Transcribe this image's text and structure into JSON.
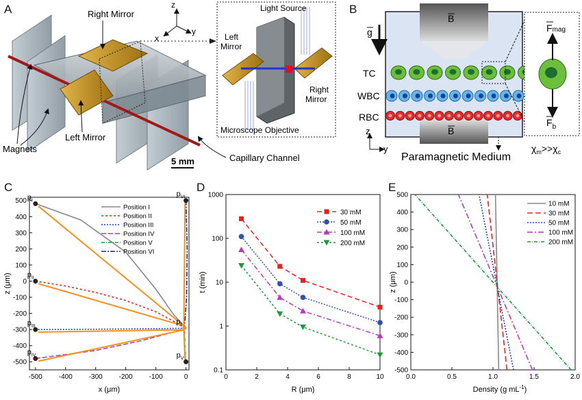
{
  "panels": {
    "A": {
      "letter": "A",
      "labels": {
        "right_mirror": "Right Mirror",
        "left_mirror": "Left Mirror",
        "magnets": "Magnets",
        "capillary": "Capillary Channel",
        "scale": "5 mm",
        "inset_light": "Light Source",
        "inset_left_mirror_1": "Left",
        "inset_left_mirror_2": "Mirror",
        "inset_right_mirror_1": "Right",
        "inset_right_mirror_2": "Mirror",
        "inset_objective": "Microscope Objective",
        "axis_z": "z",
        "axis_x": "x",
        "axis_y": "y"
      }
    },
    "B": {
      "letter": "B",
      "labels": {
        "g": "g",
        "B_top": "B",
        "B_bottom": "B",
        "TC": "TC",
        "WBC": "WBC",
        "RBC": "RBC",
        "axis_z": "z",
        "axis_y": "y",
        "medium": "Paramagnetic Medium",
        "F_mag": "F",
        "F_mag_sub": "mag",
        "F_b": "F",
        "F_b_sub": "b",
        "chi": "χ",
        "chi_m": "m",
        "chi_rel": ">>χ",
        "chi_c": "c"
      }
    },
    "C": {
      "letter": "C"
    },
    "D": {
      "letter": "D"
    },
    "E": {
      "letter": "E"
    }
  },
  "chart_data": [
    {
      "id": "C",
      "type": "line",
      "xlabel": "x (μm)",
      "ylabel": "z (μm)",
      "xlim": [
        -520,
        10
      ],
      "ylim": [
        -550,
        520
      ],
      "xticks": [
        "-500",
        "-400",
        "-300",
        "-200",
        "-100",
        "0"
      ],
      "yticks": [
        "-500",
        "-400",
        "-300",
        "-200",
        "-100",
        "0",
        "100",
        "200",
        "300",
        "400",
        "500"
      ],
      "legend": "top-right",
      "points": [
        {
          "label": "p",
          "sub": "I",
          "x": -500,
          "z": 480
        },
        {
          "label": "p",
          "sub": "II",
          "x": -500,
          "z": 0
        },
        {
          "label": "p",
          "sub": "III",
          "x": -500,
          "z": -300
        },
        {
          "label": "p",
          "sub": "IV",
          "x": -500,
          "z": -480
        },
        {
          "label": "p",
          "sub": "V",
          "x": 0,
          "z": -500
        },
        {
          "label": "p",
          "sub": "VI",
          "x": 0,
          "z": 500
        },
        {
          "label": "p",
          "sub": "f",
          "x": -5,
          "z": -290
        }
      ],
      "series": [
        {
          "name": "Position I",
          "color": "#888888",
          "dash": "",
          "x": [
            -500,
            -350,
            -200,
            -100,
            -40,
            -10,
            -5
          ],
          "z": [
            480,
            380,
            180,
            -50,
            -210,
            -270,
            -290
          ]
        },
        {
          "name": "Position II",
          "color": "#e8231f",
          "dash": "3,3",
          "x": [
            -500,
            -400,
            -300,
            -200,
            -100,
            -40,
            -5
          ],
          "z": [
            0,
            -30,
            -70,
            -120,
            -190,
            -250,
            -290
          ]
        },
        {
          "name": "Position III",
          "color": "#1f3fbf",
          "dash": "2,2",
          "x": [
            -500,
            -300,
            -100,
            -5
          ],
          "z": [
            -300,
            -298,
            -295,
            -292
          ]
        },
        {
          "name": "Position IV",
          "color": "#b43cb4",
          "dash": "7,3",
          "x": [
            -500,
            -300,
            -150,
            -50,
            -5
          ],
          "z": [
            -480,
            -430,
            -370,
            -320,
            -292
          ]
        },
        {
          "name": "Position V",
          "color": "#1a9a3a",
          "dash": "5,2,1,2",
          "x": [
            0,
            -2,
            -4,
            -5
          ],
          "z": [
            -500,
            -450,
            -380,
            -292
          ]
        },
        {
          "name": "Position VI",
          "color": "#1a2a8a",
          "dash": "7,2,2,2",
          "x": [
            0,
            4,
            2,
            -5
          ],
          "z": [
            500,
            200,
            -100,
            -292
          ]
        }
      ]
    },
    {
      "id": "D",
      "type": "line",
      "xlabel": "R (μm)",
      "ylabel": "t (min)",
      "xlim": [
        0,
        10
      ],
      "yscale": "log",
      "ylim": [
        0.1,
        1000
      ],
      "xticks": [
        "0",
        "2",
        "4",
        "6",
        "8",
        "10"
      ],
      "yticks": [
        "0.1",
        "1",
        "10",
        "100",
        "1000"
      ],
      "legend": "top-right",
      "x": [
        1,
        3.5,
        5,
        10
      ],
      "series": [
        {
          "name": "30 mM",
          "color": "#e8231f",
          "marker": "square",
          "dash": "7,4",
          "values": [
            280,
            23,
            11,
            2.7
          ]
        },
        {
          "name": "50 mM",
          "color": "#3050b0",
          "marker": "circle",
          "dash": "2,2",
          "values": [
            110,
            9.2,
            4.5,
            1.2
          ]
        },
        {
          "name": "100 mM",
          "color": "#b43cb4",
          "marker": "triangle-up",
          "dash": "7,3,2,3",
          "values": [
            55,
            4.5,
            2.2,
            0.6
          ]
        },
        {
          "name": "200 mM",
          "color": "#1a9a3a",
          "marker": "triangle-down",
          "dash": "3,3",
          "values": [
            24,
            1.9,
            0.95,
            0.22
          ]
        }
      ]
    },
    {
      "id": "E",
      "type": "line",
      "xlabel": "Density (g mL",
      "xlabel_sup": "-1",
      "xlabel_end": ")",
      "ylabel": "z (μm)",
      "xlim": [
        0,
        2.0
      ],
      "ylim": [
        -500,
        500
      ],
      "xticks": [
        "0.0",
        "0.5",
        "1.0",
        "1.5",
        "2.0"
      ],
      "yticks": [
        "-500",
        "-400",
        "-300",
        "-200",
        "-100",
        "0",
        "100",
        "200",
        "300",
        "400",
        "500"
      ],
      "legend": "top-right",
      "series": [
        {
          "name": "10 mM",
          "color": "#888888",
          "dash": "",
          "x": [
            1.07,
            1.03
          ],
          "z": [
            -500,
            500
          ]
        },
        {
          "name": "30 mM",
          "color": "#e8231f",
          "dash": "8,4",
          "x": [
            1.17,
            0.93
          ],
          "z": [
            -500,
            500
          ]
        },
        {
          "name": "50 mM",
          "color": "#1f3fbf",
          "dash": "2,2",
          "x": [
            1.25,
            0.83
          ],
          "z": [
            -500,
            500
          ]
        },
        {
          "name": "100 mM",
          "color": "#b43cb4",
          "dash": "8,3,2,3",
          "x": [
            1.48,
            0.58
          ],
          "z": [
            -500,
            500
          ]
        },
        {
          "name": "200 mM",
          "color": "#1a9a3a",
          "dash": "5,2,1,2",
          "x": [
            1.95,
            0.05
          ],
          "z": [
            -500,
            500
          ]
        }
      ]
    }
  ]
}
